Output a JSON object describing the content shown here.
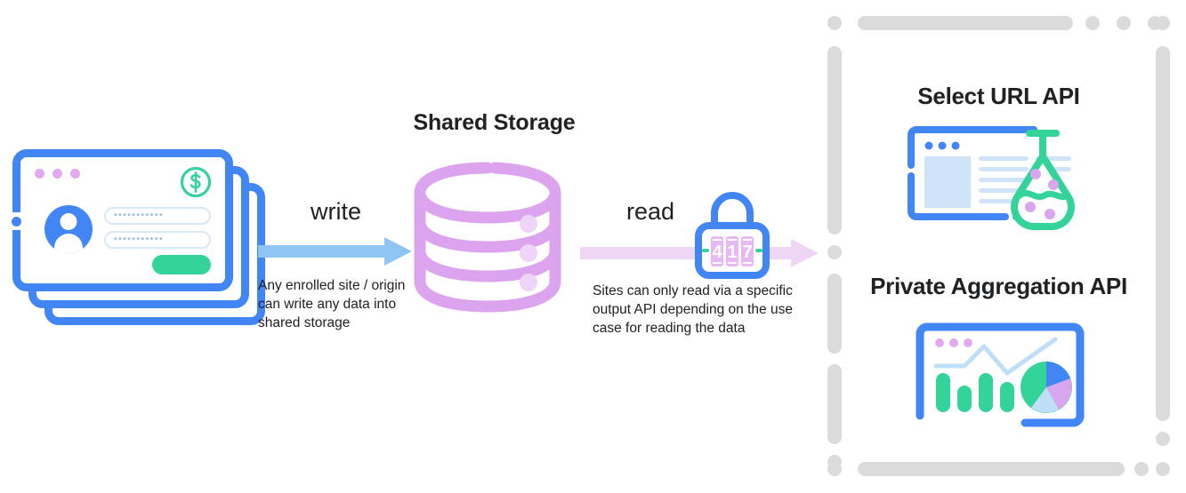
{
  "diagram": {
    "title_center": "Shared Storage",
    "left_source": {
      "name": "enrolled-site-cards",
      "card_count": 3,
      "window_dot_color": "#E3A9F0",
      "accent_color": "#4285F4",
      "button_color": "#34D399",
      "badge_icon": "dollar-circle-icon",
      "field_value": "•••••••••••"
    },
    "write_flow": {
      "label": "write",
      "caption": "Any enrolled site / origin can write any data into shared storage",
      "arrow_color": "#8FC5F5",
      "direction": "right"
    },
    "read_flow": {
      "label": "read",
      "caption": "Sites can only read via a specific output API depending on the use case for reading the data",
      "arrow_color": "#EFD6F7",
      "direction": "right",
      "lock": {
        "icon": "combination-padlock-icon",
        "combination": "417",
        "body_color": "#4285F4",
        "dial_color": "#E3A9F0"
      }
    },
    "storage": {
      "icon": "database-cylinder-icon",
      "color": "#DCA4EE",
      "layers": 3
    },
    "output_apis": [
      {
        "title": "Select URL API",
        "icon": "browser-with-flask-icon",
        "flask_color": "#34D399",
        "bubble_color": "#D8A6EE",
        "browser_color": "#4285F4"
      },
      {
        "title": "Private Aggregation API",
        "icon": "analytics-dashboard-icon",
        "browser_color": "#4285F4",
        "bar_color": "#34D399",
        "line_color": "#BFDFF8",
        "pie_colors": [
          "#34D399",
          "#4285F4",
          "#D8A6EE",
          "#BFDFF8"
        ]
      }
    ],
    "panel_decor_color": "#DBDBDB"
  }
}
